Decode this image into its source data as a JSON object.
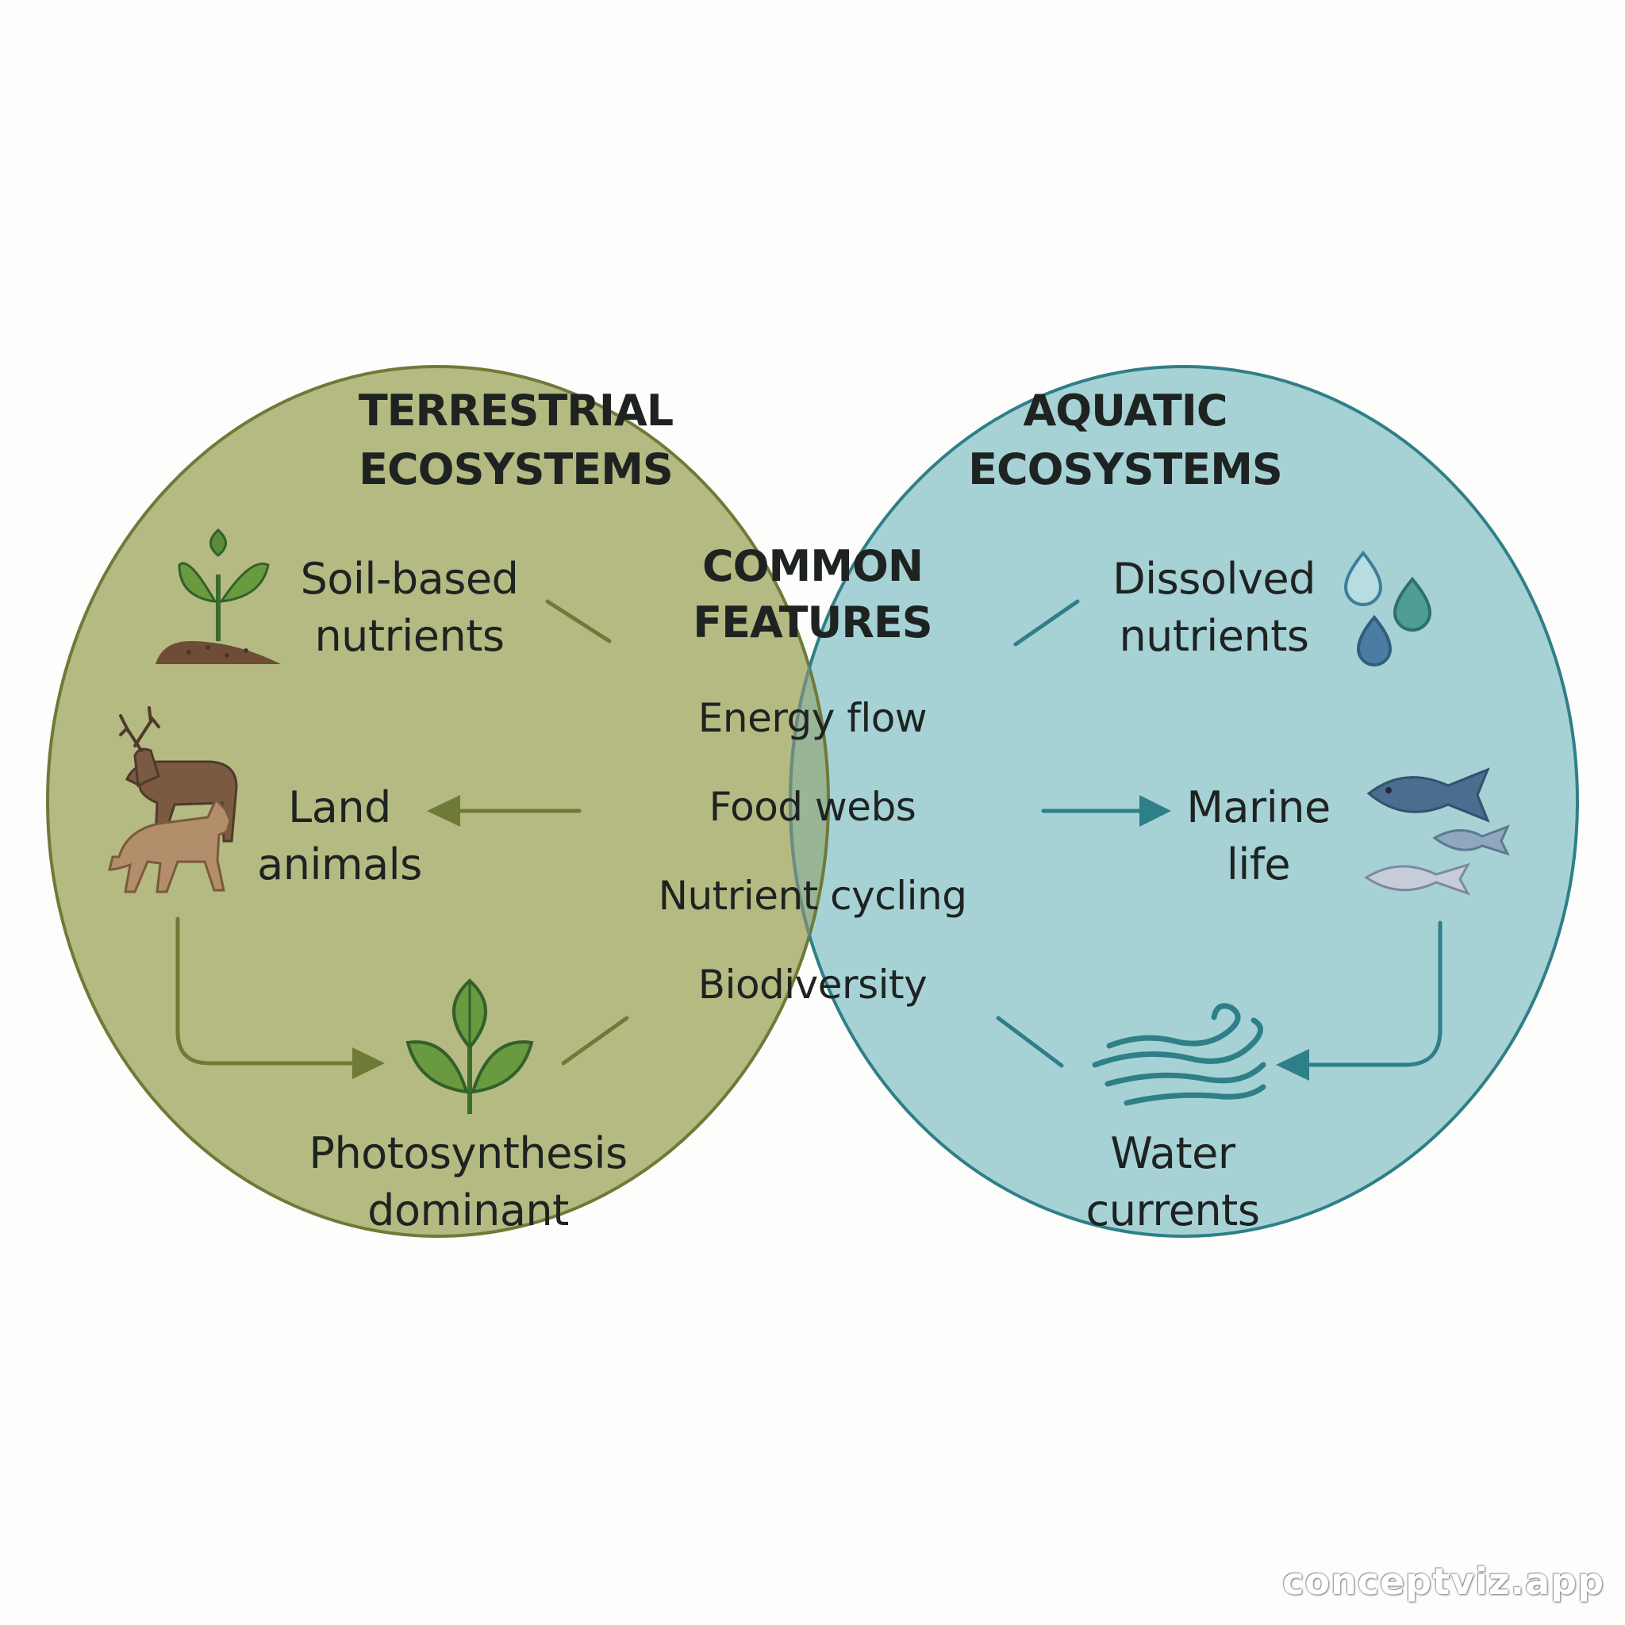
{
  "left_circle": {
    "title_line1": "TERRESTRIAL",
    "title_line2": "ECOSYSTEMS",
    "items": [
      {
        "line1": "Soil-based",
        "line2": "nutrients",
        "icon": "sprout-soil-icon"
      },
      {
        "line1": "Land",
        "line2": "animals",
        "icon": "deer-wolf-icon"
      },
      {
        "line1": "Photosynthesis",
        "line2": "dominant",
        "icon": "leaf-plant-icon"
      }
    ],
    "fill": "#b5ba82",
    "stroke": "#6f7a37"
  },
  "right_circle": {
    "title_line1": "AQUATIC",
    "title_line2": "ECOSYSTEMS",
    "items": [
      {
        "line1": "Dissolved",
        "line2": "nutrients",
        "icon": "water-drops-icon"
      },
      {
        "line1": "Marine",
        "line2": "life",
        "icon": "fish-icon"
      },
      {
        "line1": "Water",
        "line2": "currents",
        "icon": "wave-icon"
      }
    ],
    "fill": "#a6d2d6",
    "stroke": "#2f7f88"
  },
  "overlap": {
    "title_line1": "COMMON",
    "title_line2": "FEATURES",
    "items": [
      "Energy flow",
      "Food webs",
      "Nutrient cycling",
      "Biodiversity"
    ],
    "fill": "#98b596"
  },
  "watermark": "conceptviz.app"
}
